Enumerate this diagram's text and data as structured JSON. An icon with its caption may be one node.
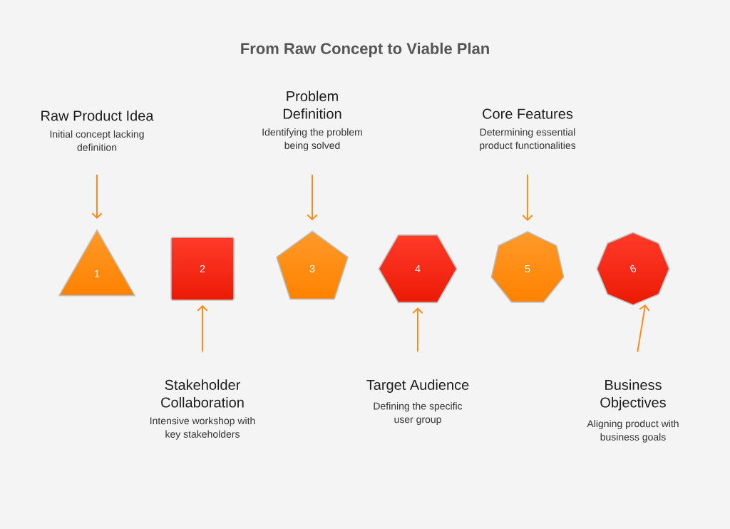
{
  "diagram": {
    "title": "From Raw Concept to Viable Plan",
    "nodes": [
      {
        "text": [
          "1"
        ]
      },
      {
        "text": [
          "2"
        ]
      },
      {
        "text": [
          "3"
        ]
      },
      {
        "text": [
          "4"
        ]
      },
      {
        "text": [
          "5"
        ]
      },
      {
        "text": [
          "6"
        ]
      },
      {
        "text": [
          "Raw Product Idea",
          "Initial concept lacking definition"
        ]
      },
      {
        "text": [
          "Stakeholder Collaboration",
          "Intensive workshop with key stakeholders"
        ]
      },
      {
        "text": [
          "Problem Definition",
          "Identifying the problem being solved"
        ]
      },
      {
        "text": [
          "Target Audience",
          "Defining the specific user group"
        ]
      },
      {
        "text": [
          "Core Features",
          "Determining essential product functionalities"
        ]
      },
      {
        "text": [
          "Business Objectives",
          "Aligning product with business goals"
        ]
      }
    ],
    "edges": [
      {
        "from": 6,
        "to": 0,
        "arrow": "to"
      },
      {
        "from": 7,
        "to": 1,
        "arrow": "to"
      },
      {
        "from": 8,
        "to": 2,
        "arrow": "to"
      },
      {
        "from": 9,
        "to": 3,
        "arrow": "to"
      },
      {
        "from": 10,
        "to": 4,
        "arrow": "to"
      },
      {
        "from": 11,
        "to": 5,
        "arrow": "to"
      }
    ]
  }
}
